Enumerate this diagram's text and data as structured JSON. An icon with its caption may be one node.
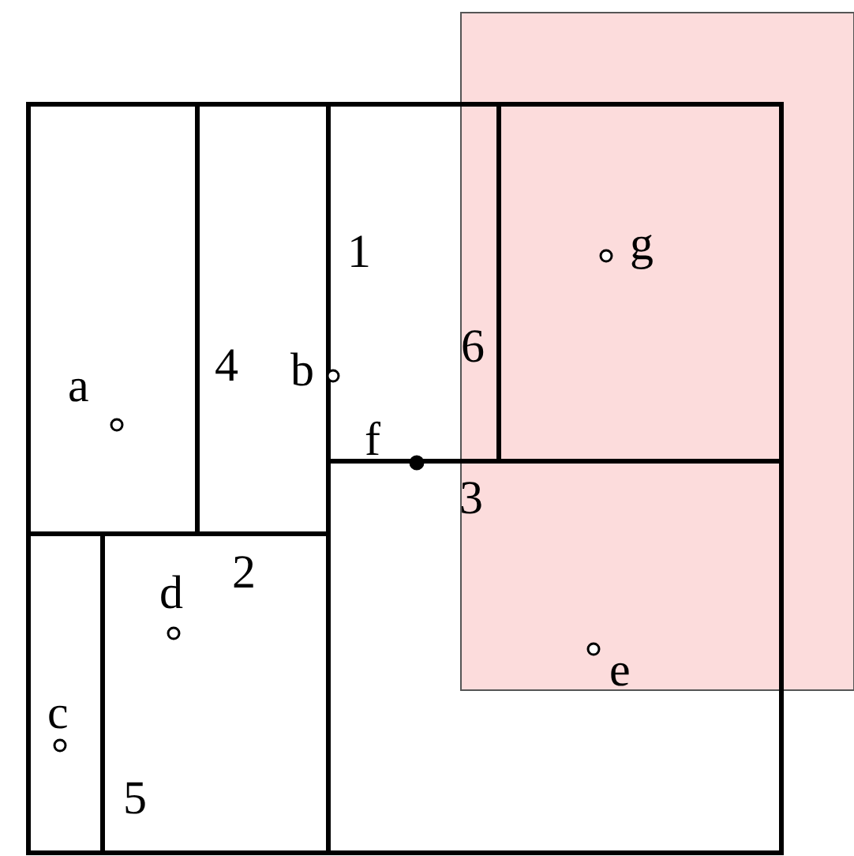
{
  "diagram": {
    "labels": [
      "g",
      "1",
      "6",
      "4",
      "b",
      "a",
      "f",
      "3",
      "2",
      "d",
      "e",
      "c",
      "5"
    ]
  }
}
